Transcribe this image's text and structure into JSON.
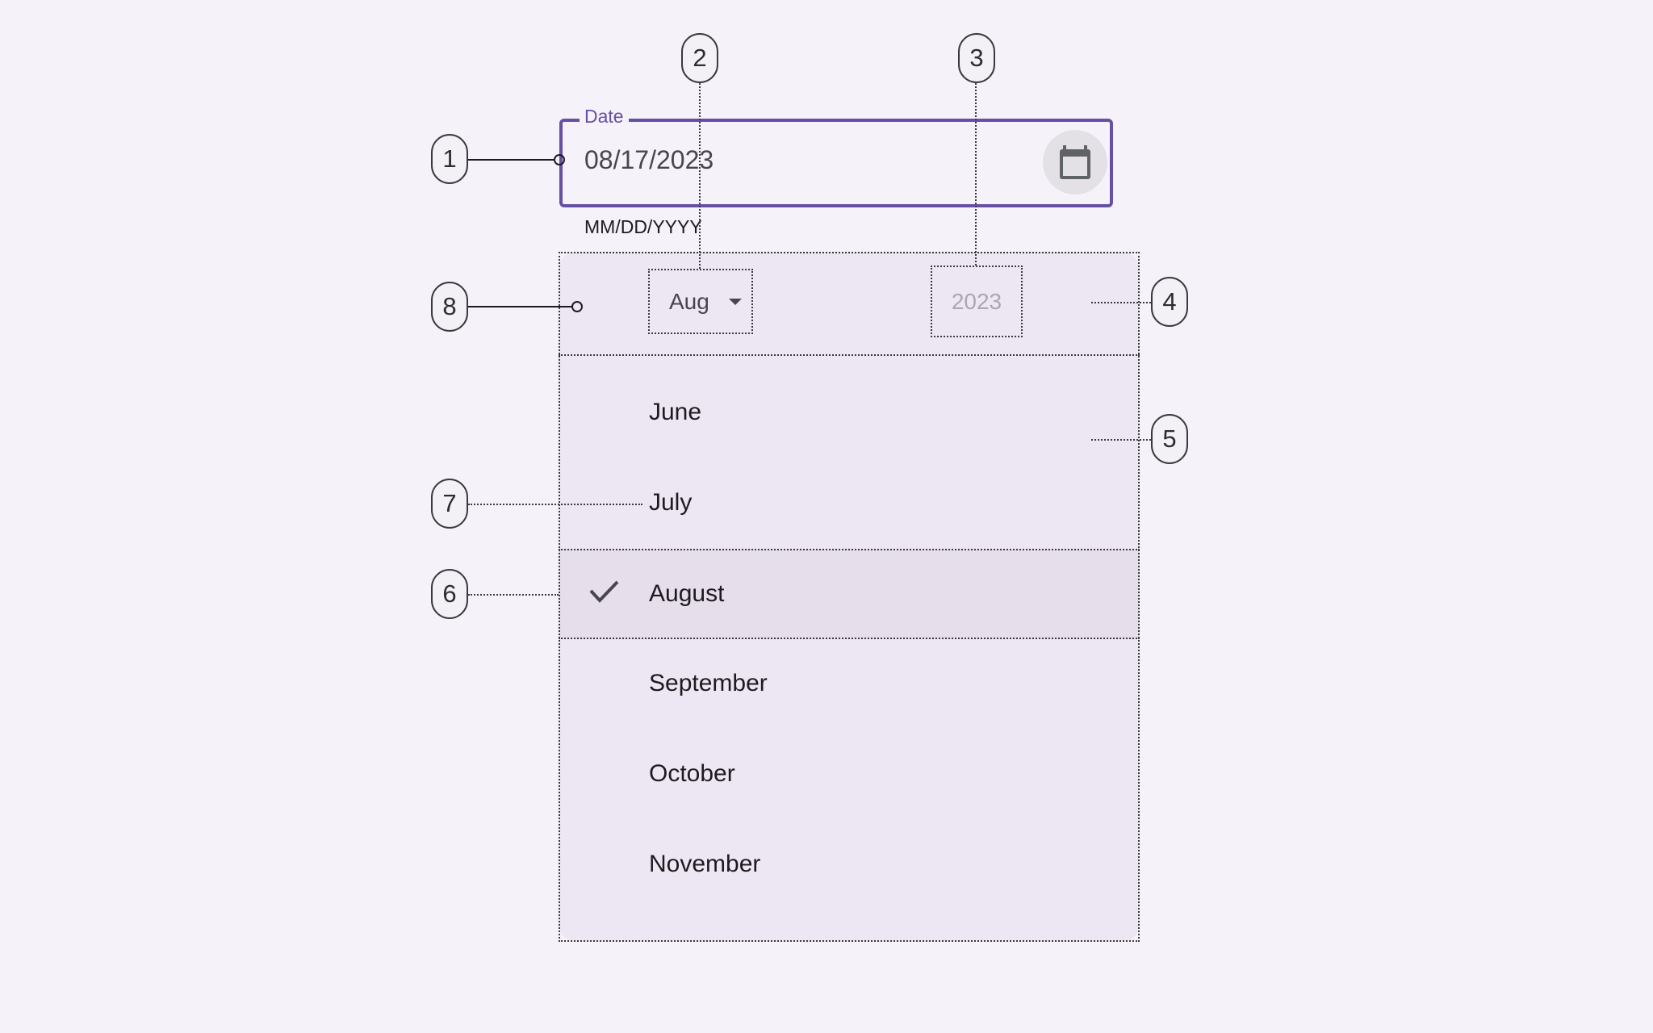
{
  "text_field": {
    "label": "Date",
    "value": "08/17/2023",
    "supporting_text": "MM/DD/YYYY",
    "trailing_icon": "calendar-icon",
    "accent_color": "#6750a4"
  },
  "menu": {
    "header": {
      "month_button": {
        "label": "Aug",
        "icon": "dropdown-caret-icon"
      },
      "year_button": {
        "label": "2023"
      }
    },
    "items": [
      {
        "label": "June",
        "selected": false
      },
      {
        "label": "July",
        "selected": false
      },
      {
        "label": "August",
        "selected": true,
        "icon": "check-icon"
      },
      {
        "label": "September",
        "selected": false
      },
      {
        "label": "October",
        "selected": false
      },
      {
        "label": "November",
        "selected": false
      }
    ]
  },
  "callouts": [
    "1",
    "2",
    "3",
    "4",
    "5",
    "6",
    "7",
    "8"
  ]
}
